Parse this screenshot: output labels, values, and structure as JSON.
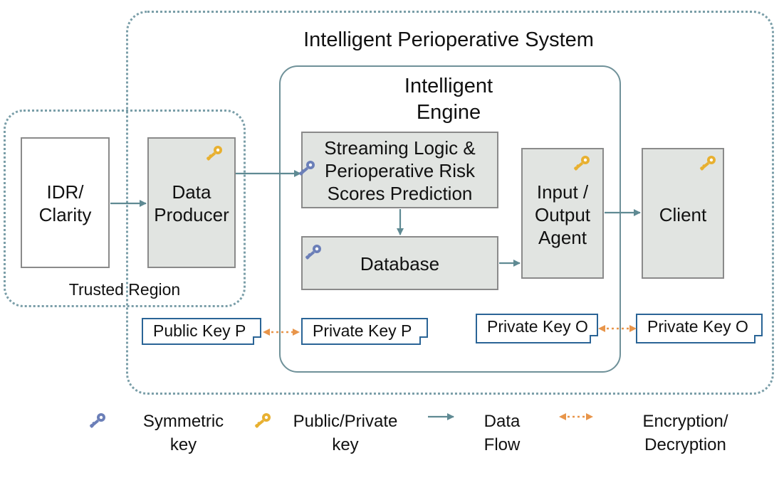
{
  "outer_region": {
    "title": "Intelligent Perioperative System"
  },
  "trusted_region": {
    "label": "Trusted Region"
  },
  "engine": {
    "title": "Intelligent\nEngine"
  },
  "nodes": {
    "idr": {
      "label": "IDR/\nClarity"
    },
    "producer": {
      "label": "Data\nProducer"
    },
    "streaming": {
      "label": "Streaming Logic &\nPerioperative Risk\nScores Prediction"
    },
    "database": {
      "label": "Database"
    },
    "io_agent": {
      "label": "Input /\nOutput\nAgent"
    },
    "client": {
      "label": "Client"
    }
  },
  "keys": {
    "public_p": "Public Key P",
    "private_p": "Private Key P",
    "private_o_agent": "Private Key O",
    "private_o_client": "Private Key O"
  },
  "legend": {
    "symmetric": "Symmetric\nkey",
    "public_private": "Public/Private\nkey",
    "data_flow": "Data\nFlow",
    "encryption": "Encryption/\nDecryption"
  },
  "colors": {
    "symmetric_key": "#6b7fb8",
    "public_private_key": "#e8b030",
    "data_flow": "#5f8a93",
    "encryption": "#e8954a",
    "key_doc_border": "#2a6496"
  },
  "icons": {
    "symmetric": "key-icon",
    "public_private": "key-icon"
  }
}
